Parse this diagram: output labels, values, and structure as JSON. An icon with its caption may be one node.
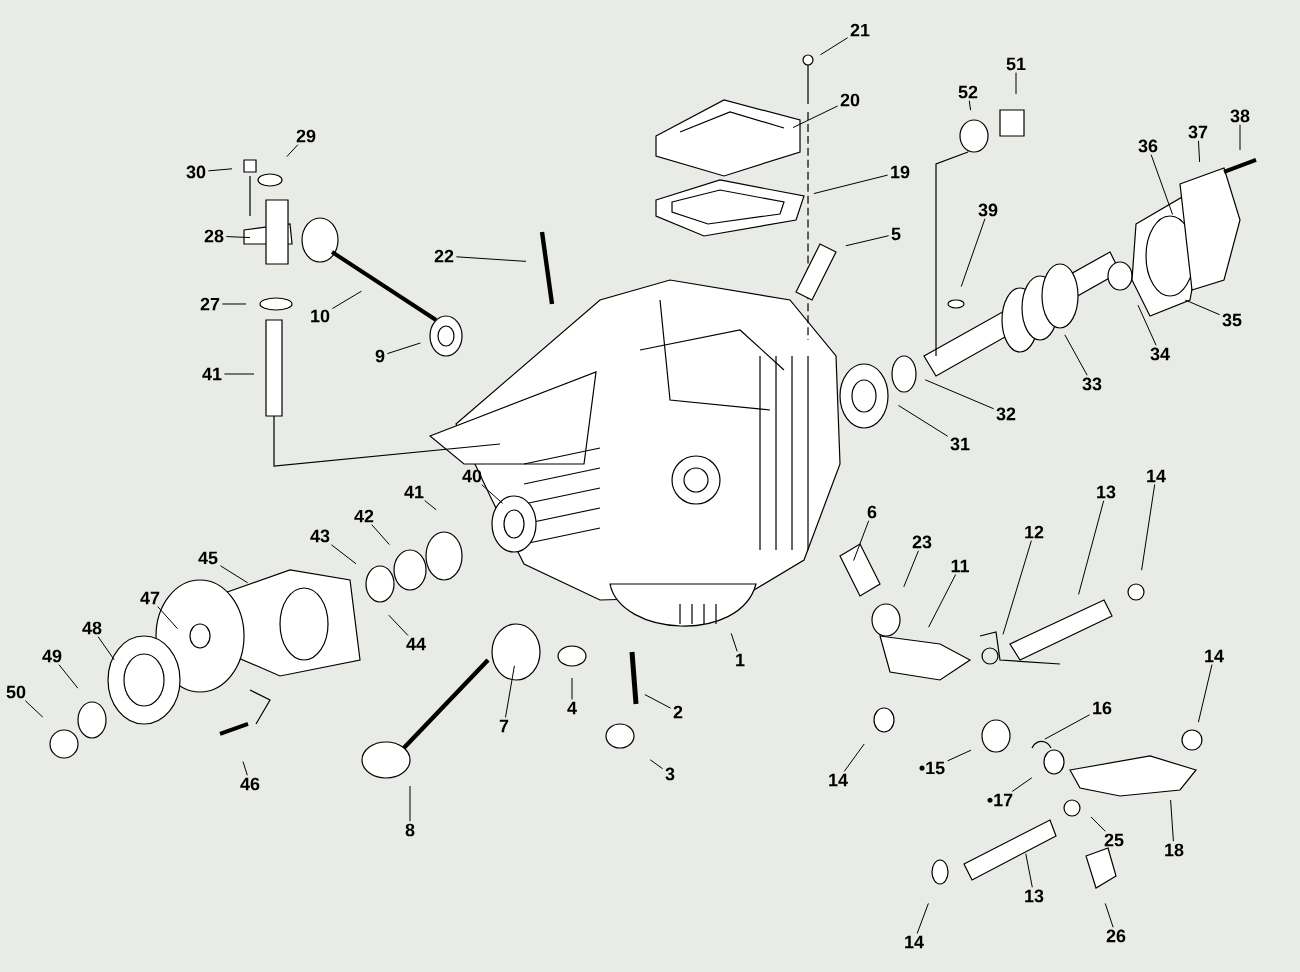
{
  "diagram": {
    "nodes": [
      {
        "text": [
          "21"
        ]
      },
      {
        "text": [
          "20"
        ]
      },
      {
        "text": [
          "52"
        ]
      },
      {
        "text": [
          "51"
        ]
      },
      {
        "text": [
          "19"
        ]
      },
      {
        "text": [
          "5"
        ]
      },
      {
        "text": [
          "39"
        ]
      },
      {
        "text": [
          "36"
        ]
      },
      {
        "text": [
          "37"
        ]
      },
      {
        "text": [
          "38"
        ]
      },
      {
        "text": [
          "29"
        ]
      },
      {
        "text": [
          "30"
        ]
      },
      {
        "text": [
          "28"
        ]
      },
      {
        "text": [
          "22"
        ]
      },
      {
        "text": [
          "10"
        ]
      },
      {
        "text": [
          "27"
        ]
      },
      {
        "text": [
          "9"
        ]
      },
      {
        "text": [
          "35"
        ]
      },
      {
        "text": [
          "34"
        ]
      },
      {
        "text": [
          "41"
        ]
      },
      {
        "text": [
          "33"
        ]
      },
      {
        "text": [
          "32"
        ]
      },
      {
        "text": [
          "31"
        ]
      },
      {
        "text": [
          "40"
        ]
      },
      {
        "text": [
          "14"
        ]
      },
      {
        "text": [
          "13"
        ]
      },
      {
        "text": [
          "41"
        ]
      },
      {
        "text": [
          "6"
        ]
      },
      {
        "text": [
          "42"
        ]
      },
      {
        "text": [
          "43"
        ]
      },
      {
        "text": [
          "12"
        ]
      },
      {
        "text": [
          "23"
        ]
      },
      {
        "text": [
          "45"
        ]
      },
      {
        "text": [
          "11"
        ]
      },
      {
        "text": [
          "47"
        ]
      },
      {
        "text": [
          "48"
        ]
      },
      {
        "text": [
          "44"
        ]
      },
      {
        "text": [
          "49"
        ]
      },
      {
        "text": [
          "14"
        ]
      },
      {
        "text": [
          "1"
        ]
      },
      {
        "text": [
          "16"
        ]
      },
      {
        "text": [
          "2"
        ]
      },
      {
        "text": [
          "50"
        ]
      },
      {
        "text": [
          "7"
        ]
      },
      {
        "text": [
          "4"
        ]
      },
      {
        "text": [
          "•15"
        ]
      },
      {
        "text": [
          "3"
        ]
      },
      {
        "text": [
          "14"
        ]
      },
      {
        "text": [
          "46"
        ]
      },
      {
        "text": [
          "•17"
        ]
      },
      {
        "text": [
          "8"
        ]
      },
      {
        "text": [
          "25"
        ]
      },
      {
        "text": [
          "18"
        ]
      },
      {
        "text": [
          "13"
        ]
      },
      {
        "text": [
          "26"
        ]
      },
      {
        "text": [
          "14"
        ]
      }
    ],
    "edges": [
      {
        "from": 0,
        "to": null,
        "arrow": "none"
      },
      {
        "from": 1,
        "to": null,
        "arrow": "none"
      },
      {
        "from": 2,
        "to": null,
        "arrow": "none"
      },
      {
        "from": 3,
        "to": null,
        "arrow": "none"
      },
      {
        "from": 4,
        "to": null,
        "arrow": "none"
      },
      {
        "from": 5,
        "to": null,
        "arrow": "none"
      },
      {
        "from": 6,
        "to": null,
        "arrow": "none"
      },
      {
        "from": 7,
        "to": null,
        "arrow": "none"
      },
      {
        "from": 8,
        "to": null,
        "arrow": "none"
      },
      {
        "from": 9,
        "to": null,
        "arrow": "none"
      },
      {
        "from": 10,
        "to": null,
        "arrow": "none"
      },
      {
        "from": 11,
        "to": null,
        "arrow": "none"
      },
      {
        "from": 12,
        "to": null,
        "arrow": "none"
      },
      {
        "from": 13,
        "to": null,
        "arrow": "none"
      },
      {
        "from": 14,
        "to": null,
        "arrow": "none"
      },
      {
        "from": 15,
        "to": null,
        "arrow": "none"
      },
      {
        "from": 16,
        "to": null,
        "arrow": "none"
      },
      {
        "from": 17,
        "to": null,
        "arrow": "none"
      },
      {
        "from": 18,
        "to": null,
        "arrow": "none"
      },
      {
        "from": 19,
        "to": null,
        "arrow": "none"
      },
      {
        "from": 20,
        "to": null,
        "arrow": "none"
      },
      {
        "from": 21,
        "to": null,
        "arrow": "none"
      },
      {
        "from": 22,
        "to": null,
        "arrow": "none"
      },
      {
        "from": 23,
        "to": null,
        "arrow": "none"
      },
      {
        "from": 24,
        "to": null,
        "arrow": "none"
      },
      {
        "from": 25,
        "to": null,
        "arrow": "none"
      },
      {
        "from": 26,
        "to": null,
        "arrow": "none"
      },
      {
        "from": 27,
        "to": null,
        "arrow": "none"
      },
      {
        "from": 28,
        "to": null,
        "arrow": "none"
      },
      {
        "from": 29,
        "to": null,
        "arrow": "none"
      },
      {
        "from": 30,
        "to": null,
        "arrow": "none"
      },
      {
        "from": 31,
        "to": null,
        "arrow": "none"
      },
      {
        "from": 32,
        "to": null,
        "arrow": "none"
      },
      {
        "from": 33,
        "to": null,
        "arrow": "none"
      },
      {
        "from": 34,
        "to": null,
        "arrow": "none"
      },
      {
        "from": 35,
        "to": null,
        "arrow": "none"
      },
      {
        "from": 36,
        "to": null,
        "arrow": "none"
      },
      {
        "from": 37,
        "to": null,
        "arrow": "none"
      },
      {
        "from": 38,
        "to": null,
        "arrow": "none"
      },
      {
        "from": 39,
        "to": null,
        "arrow": "none"
      },
      {
        "from": 40,
        "to": null,
        "arrow": "none"
      },
      {
        "from": 41,
        "to": null,
        "arrow": "none"
      },
      {
        "from": 42,
        "to": null,
        "arrow": "none"
      },
      {
        "from": 43,
        "to": null,
        "arrow": "none"
      },
      {
        "from": 44,
        "to": null,
        "arrow": "none"
      },
      {
        "from": 45,
        "to": null,
        "arrow": "none"
      },
      {
        "from": 46,
        "to": null,
        "arrow": "none"
      },
      {
        "from": 47,
        "to": null,
        "arrow": "none"
      },
      {
        "from": 48,
        "to": null,
        "arrow": "none"
      },
      {
        "from": 49,
        "to": null,
        "arrow": "none"
      },
      {
        "from": 50,
        "to": null,
        "arrow": "none"
      },
      {
        "from": 51,
        "to": null,
        "arrow": "none"
      },
      {
        "from": 52,
        "to": null,
        "arrow": "none"
      },
      {
        "from": 53,
        "to": null,
        "arrow": "none"
      },
      {
        "from": 54,
        "to": null,
        "arrow": "none"
      },
      {
        "from": 55,
        "to": null,
        "arrow": "none"
      }
    ]
  }
}
